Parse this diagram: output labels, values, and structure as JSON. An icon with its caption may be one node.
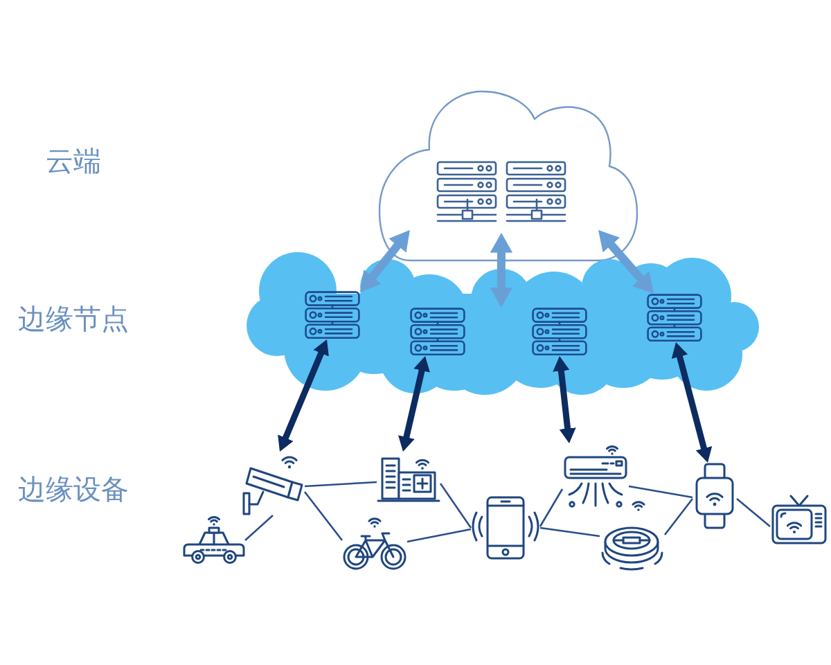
{
  "diagram": {
    "nodes": [
      {
        "text": [],
        "shape": "cloud"
      },
      {
        "text": [],
        "shape": "cloud"
      },
      {
        "text": [],
        "shape": "picture",
        "in": 1
      },
      {
        "text": [],
        "shape": "picture",
        "in": 1
      },
      {
        "text": [],
        "shape": "picture",
        "in": 1
      },
      {
        "text": [],
        "shape": "picture",
        "in": 1
      },
      {
        "text": [],
        "shape": "picture"
      },
      {
        "text": [],
        "shape": "picture"
      },
      {
        "text": [],
        "shape": "picture"
      },
      {
        "text": [],
        "shape": "picture"
      },
      {
        "text": [],
        "shape": "picture"
      },
      {
        "text": [],
        "shape": "picture"
      },
      {
        "text": [],
        "shape": "picture"
      },
      {
        "text": [],
        "shape": "picture"
      },
      {
        "text": [],
        "shape": "picture"
      }
    ],
    "edges": [
      {
        "from": 2,
        "to": 0,
        "arrow": "both",
        "style": "thick",
        "color": "#6a9fd6"
      },
      {
        "from": 0,
        "to": 1,
        "arrow": "both",
        "style": "thick",
        "color": "#6a9fd6"
      },
      {
        "from": 5,
        "to": 0,
        "arrow": "both",
        "style": "thick",
        "color": "#6a9fd6"
      },
      {
        "from": 2,
        "to": 6,
        "arrow": "both",
        "style": "thick",
        "color": "#0c2b60"
      },
      {
        "from": 3,
        "to": 7,
        "arrow": "both",
        "style": "thick",
        "color": "#0c2b60"
      },
      {
        "from": 4,
        "to": 8,
        "arrow": "both",
        "style": "thick",
        "color": "#0c2b60"
      },
      {
        "from": 5,
        "to": 9,
        "arrow": "both",
        "style": "thick",
        "color": "#0c2b60"
      },
      {
        "from": 6,
        "to": 10,
        "arrow": "none"
      },
      {
        "from": 6,
        "to": 7,
        "arrow": "none"
      },
      {
        "from": 6,
        "to": 11,
        "arrow": "none"
      },
      {
        "from": 7,
        "to": 12,
        "arrow": "none"
      },
      {
        "from": 11,
        "to": 12,
        "arrow": "none"
      },
      {
        "from": 8,
        "to": 12,
        "arrow": "none"
      },
      {
        "from": 12,
        "to": 13,
        "arrow": "none"
      },
      {
        "from": 8,
        "to": 9,
        "arrow": "none"
      },
      {
        "from": 13,
        "to": 9,
        "arrow": "none"
      },
      {
        "from": 9,
        "to": 14,
        "arrow": "none"
      }
    ],
    "labels": [
      "云端",
      "边缘节点",
      "边缘设备"
    ]
  }
}
